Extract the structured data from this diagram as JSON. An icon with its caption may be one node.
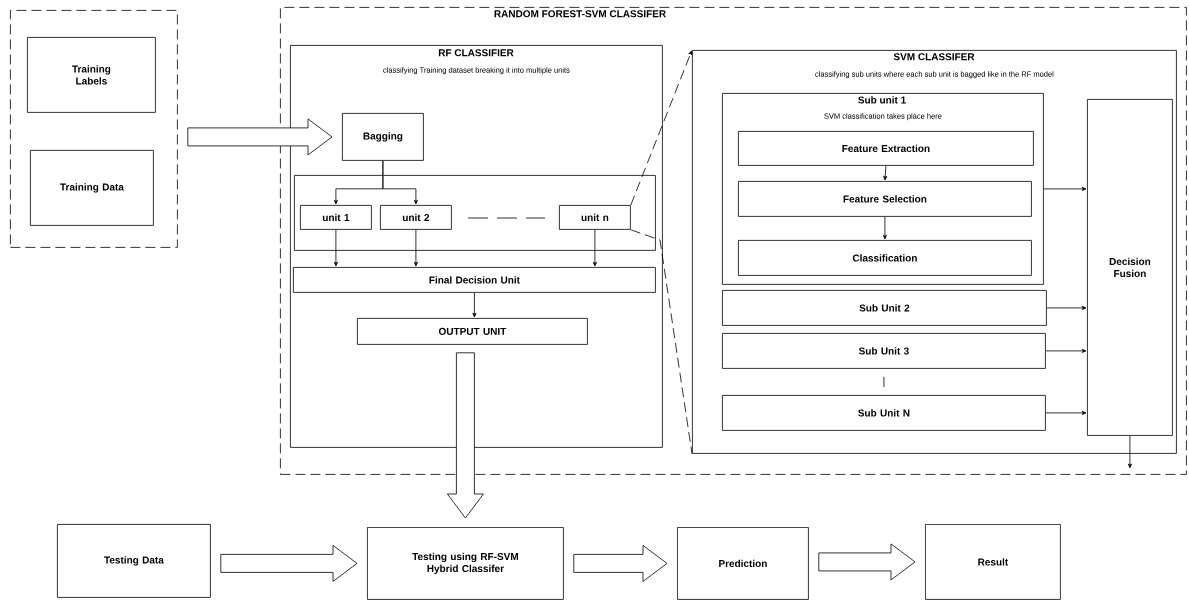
{
  "diagram": {
    "nodes": [
      {
        "text": [],
        "shape": "box"
      },
      {
        "text": [
          "Training Labels"
        ],
        "in": 0
      },
      {
        "text": [
          "Training Data"
        ],
        "in": 0
      },
      {
        "text": [
          "RANDOM FOREST-SVM CLASSIFER"
        ]
      },
      {
        "text": [
          "RF CLASSIFIER",
          "classifying Training dataset breaking it into multiple units"
        ],
        "in": 3
      },
      {
        "text": [
          "Bagging"
        ],
        "in": 4
      },
      {
        "text": [],
        "shape": "box",
        "in": 4
      },
      {
        "text": [
          "unit 1"
        ],
        "in": 6
      },
      {
        "text": [
          "unit 2"
        ],
        "in": 6
      },
      {
        "text": [
          "unit n"
        ],
        "in": 6
      },
      {
        "text": [
          "Final Decision Unit"
        ],
        "in": 4
      },
      {
        "text": [
          "OUTPUT UNIT"
        ],
        "in": 4
      },
      {
        "text": [
          "SVM CLASSIFER",
          "classifying sub units where each sub unit is bagged like in the RF model"
        ],
        "in": 3
      },
      {
        "text": [
          "Sub unit 1",
          "SVM classification takes place here"
        ],
        "in": 12
      },
      {
        "text": [
          "Feature Extraction"
        ],
        "in": 13
      },
      {
        "text": [
          "Feature Selection"
        ],
        "in": 13
      },
      {
        "text": [
          "Classification"
        ],
        "in": 13
      },
      {
        "text": [
          "Sub Unit 2"
        ],
        "in": 12
      },
      {
        "text": [
          "Sub Unit 3"
        ],
        "in": 12
      },
      {
        "text": [
          "Sub Unit N"
        ],
        "in": 12
      },
      {
        "text": [
          "Decision Fusion"
        ],
        "in": 12
      },
      {
        "text": [
          "Testing Data"
        ]
      },
      {
        "text": [
          "Testing using RF-SVM Hybrid Classifer"
        ]
      },
      {
        "text": [
          "Prediction"
        ]
      },
      {
        "text": [
          "Result"
        ]
      }
    ],
    "edges": [
      {
        "from": 0,
        "to": 5,
        "arrow": "to",
        "style": "thick"
      },
      {
        "from": 5,
        "to": 7,
        "arrow": "to"
      },
      {
        "from": 5,
        "to": 8,
        "arrow": "to"
      },
      {
        "from": 7,
        "to": 10,
        "arrow": "to"
      },
      {
        "from": 8,
        "to": 10,
        "arrow": "to"
      },
      {
        "from": 9,
        "to": 10,
        "arrow": "to"
      },
      {
        "from": 10,
        "to": 11,
        "arrow": "to"
      },
      {
        "from": 11,
        "to": 22,
        "arrow": "to",
        "style": "thick"
      },
      {
        "from": 9,
        "to": 12,
        "arrow": "to",
        "style": "dashed"
      },
      {
        "from": 9,
        "to": 12,
        "arrow": "none",
        "style": "dashed"
      },
      {
        "from": 14,
        "to": 15,
        "arrow": "to"
      },
      {
        "from": 15,
        "to": 16,
        "arrow": "to"
      },
      {
        "from": 13,
        "to": 20,
        "arrow": "to"
      },
      {
        "from": 17,
        "to": 20,
        "arrow": "to"
      },
      {
        "from": 18,
        "to": 20,
        "arrow": "to"
      },
      {
        "from": 19,
        "to": 20,
        "arrow": "to"
      },
      {
        "from": 18,
        "to": 19,
        "arrow": "none"
      },
      {
        "from": 20,
        "to": null,
        "arrow": "to"
      },
      {
        "from": 21,
        "to": 22,
        "arrow": "to",
        "style": "thick"
      },
      {
        "from": 22,
        "to": 23,
        "arrow": "to",
        "style": "thick"
      },
      {
        "from": 23,
        "to": 24,
        "arrow": "to",
        "style": "thick"
      }
    ]
  }
}
